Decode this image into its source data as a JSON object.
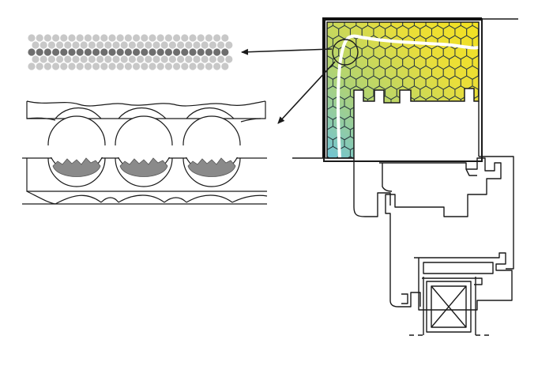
{
  "figure": {
    "background": "#ffffff",
    "line_color": "#1a1a1a",
    "arrow_color": "#1a1a1a",
    "particle_light": "#c8c8c8",
    "particle_dark": "#6e6e6e",
    "particle_rows": {
      "light_rows": 4,
      "dark_rows": 1,
      "per_row": 25
    },
    "gradient_colors": [
      "#6cc3dd",
      "#b2d472",
      "#e9de3a",
      "#f4e21e"
    ],
    "hex_stroke": "#2a3a40",
    "flake_color": "#8a8a8a",
    "hole_count": 3
  }
}
